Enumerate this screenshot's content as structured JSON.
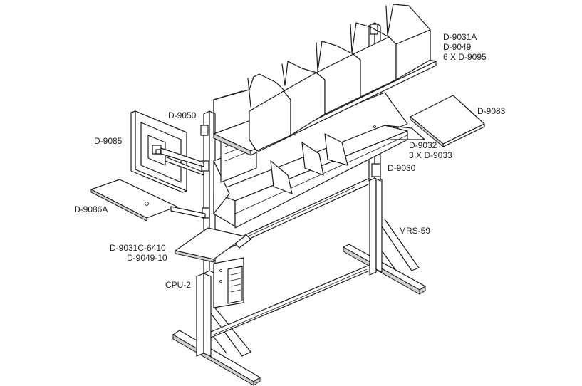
{
  "labels": {
    "d9031a": "D-9031A",
    "d9049": "D-9049",
    "d9095": "6 X D-9095",
    "d9083": "D-9083",
    "d9050": "D-9050",
    "d9085": "D-9085",
    "d9032": "D-9032",
    "d9033": "3 X D-9033",
    "d9030": "D-9030",
    "d9086a": "D-9086A",
    "mrs59": "MRS-59",
    "d9031c": "D-9031C-6410",
    "d904910": "D-9049-10",
    "cpu2": "CPU-2"
  }
}
